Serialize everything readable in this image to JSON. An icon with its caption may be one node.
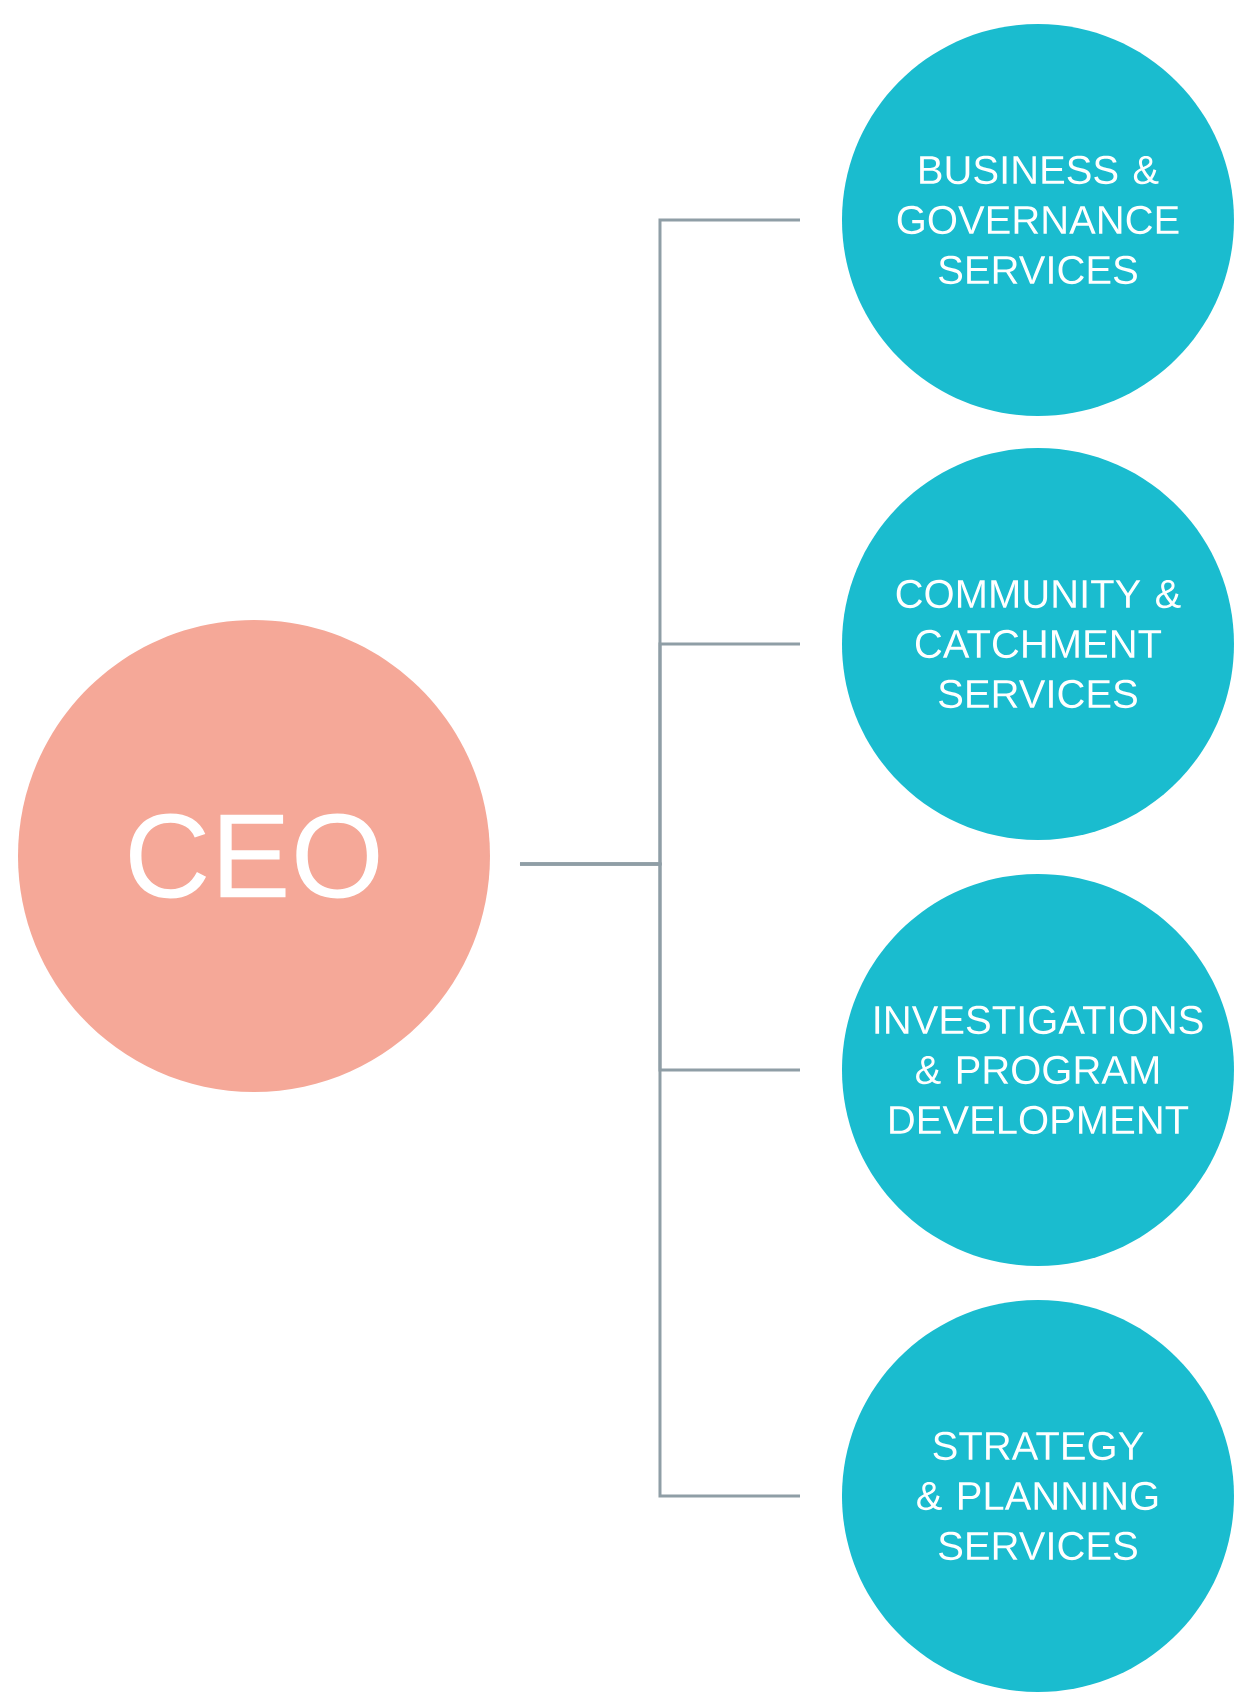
{
  "diagram": {
    "nodes": [
      {
        "text": [
          "CEO"
        ]
      },
      {
        "text": [
          "BUSINESS & GOVERNANCE SERVICES"
        ]
      },
      {
        "text": [
          "COMMUNITY & CATCHMENT SERVICES"
        ]
      },
      {
        "text": [
          "INVESTIGATIONS & PROGRAM DEVELOPMENT"
        ]
      },
      {
        "text": [
          "STRATEGY & PLANNING SERVICES"
        ]
      }
    ],
    "edges": [
      {
        "from": 0,
        "to": 1,
        "arrow": "none"
      },
      {
        "from": 0,
        "to": 2,
        "arrow": "none"
      },
      {
        "from": 0,
        "to": 3,
        "arrow": "none"
      },
      {
        "from": 0,
        "to": 4,
        "arrow": "none"
      }
    ]
  }
}
